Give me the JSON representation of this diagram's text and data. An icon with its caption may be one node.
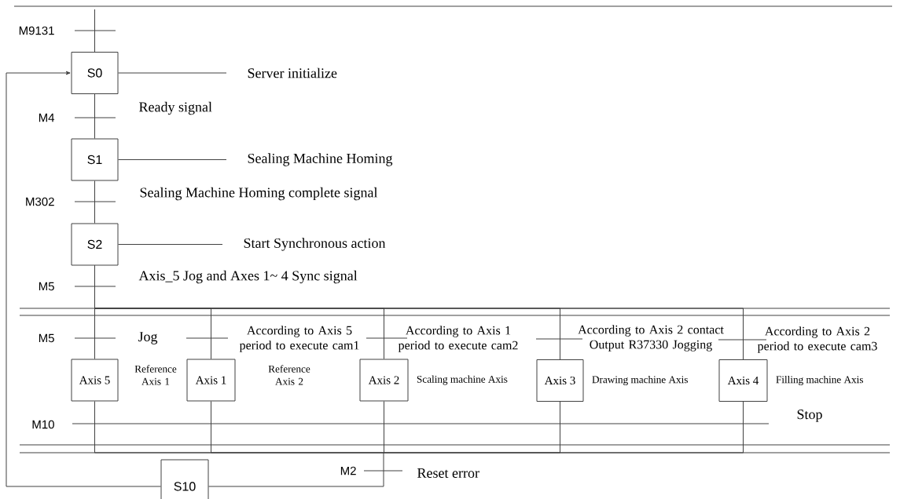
{
  "diagram": {
    "nodes": [
      {
        "text": [
          "S0"
        ]
      },
      {
        "text": [
          "Server initialize"
        ]
      },
      {
        "text": [
          "S1"
        ]
      },
      {
        "text": [
          "Sealing Machine Homing"
        ]
      },
      {
        "text": [
          "S2"
        ]
      },
      {
        "text": [
          "Start Synchronous action"
        ]
      },
      {
        "text": [
          "Axis 5"
        ]
      },
      {
        "text": [
          "Axis 1"
        ]
      },
      {
        "text": [
          "Axis 2"
        ],
        "beside": [
          "Scaling machine Axis"
        ]
      },
      {
        "text": [
          "Axis 3"
        ],
        "beside": [
          "Drawing machine Axis"
        ]
      },
      {
        "text": [
          "Axis 4"
        ],
        "beside": [
          "Filling machine Axis"
        ]
      },
      {
        "text": [
          "S10"
        ]
      }
    ],
    "edges": [
      {
        "from": null,
        "to": 0,
        "arrow": "none"
      },
      {
        "from": 0,
        "to": 2,
        "arrow": "none"
      },
      {
        "from": 2,
        "to": 4,
        "arrow": "none"
      },
      {
        "from": 4,
        "to": 6,
        "arrow": "none"
      },
      {
        "from": 4,
        "to": 7,
        "arrow": "none"
      },
      {
        "from": 4,
        "to": 8,
        "arrow": "none"
      },
      {
        "from": 4,
        "to": 9,
        "arrow": "none"
      },
      {
        "from": 4,
        "to": 10,
        "arrow": "none"
      },
      {
        "from": 6,
        "to": 11,
        "arrow": "none"
      },
      {
        "from": 7,
        "to": 11,
        "arrow": "none"
      },
      {
        "from": 8,
        "to": 11,
        "arrow": "none"
      },
      {
        "from": 9,
        "to": 11,
        "arrow": "none"
      },
      {
        "from": 10,
        "to": 11,
        "arrow": "none"
      },
      {
        "from": 11,
        "to": 0,
        "arrow": "to"
      },
      {
        "from": 0,
        "to": 1,
        "arrow": "none"
      },
      {
        "from": 2,
        "to": 3,
        "arrow": "none"
      },
      {
        "from": 4,
        "to": 5,
        "arrow": "none"
      }
    ],
    "labels": [
      "M9131",
      "M4",
      "Ready signal",
      "M302",
      "Sealing Machine Homing complete signal",
      "M5",
      "Axis_5 Jog and Axes 1~ 4 Sync signal",
      "M5",
      "Jog",
      "According to Axis 5 period to execute cam1",
      "According to Axis 1 period to execute cam2",
      "According to Axis 2 contact Output R37330 Jogging",
      "According to Axis 2 period to execute cam3",
      "Reference Axis 1",
      "Reference Axis 2",
      "Stop",
      "M10",
      "M2",
      "Reset error"
    ]
  }
}
